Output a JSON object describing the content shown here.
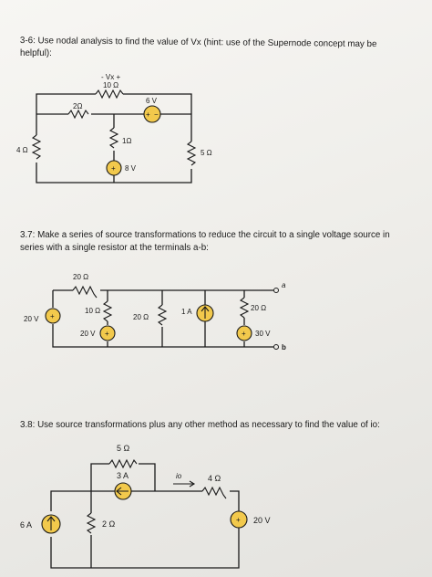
{
  "problems": {
    "p36": {
      "line1": "3-6: Use nodal analysis to find the value of Vx (hint: use of the Supernode concept may be",
      "line2": "helpful):",
      "labels": {
        "vx_sign": "- Vx +",
        "r10": "10 Ω",
        "r2": "2Ω",
        "v6": "6 V",
        "r1": "1Ω",
        "r4": "4 Ω",
        "r5": "5 Ω",
        "v8": "8 V"
      }
    },
    "p37": {
      "line1": "3.7: Make a series of source transformations to reduce the circuit to a single voltage source in",
      "line2": "series with a single resistor at the terminals a-b:",
      "labels": {
        "r20top": "20 Ω",
        "r10": "10 Ω",
        "r20mid": "20 Ω",
        "i1": "1 A",
        "r20right": "20 Ω",
        "v20left": "20 V",
        "v20inner": "20 V",
        "v30": "30 V",
        "a": "a",
        "b": "b"
      }
    },
    "p38": {
      "line1": "3.8: Use source transformations plus any other method as necessary to find the value of io:",
      "labels": {
        "r5": "5 Ω",
        "i3": "3 A",
        "io": "io",
        "r4": "4 Ω",
        "r2": "2 Ω",
        "i6": "6 A",
        "v20": "20 V"
      }
    }
  }
}
